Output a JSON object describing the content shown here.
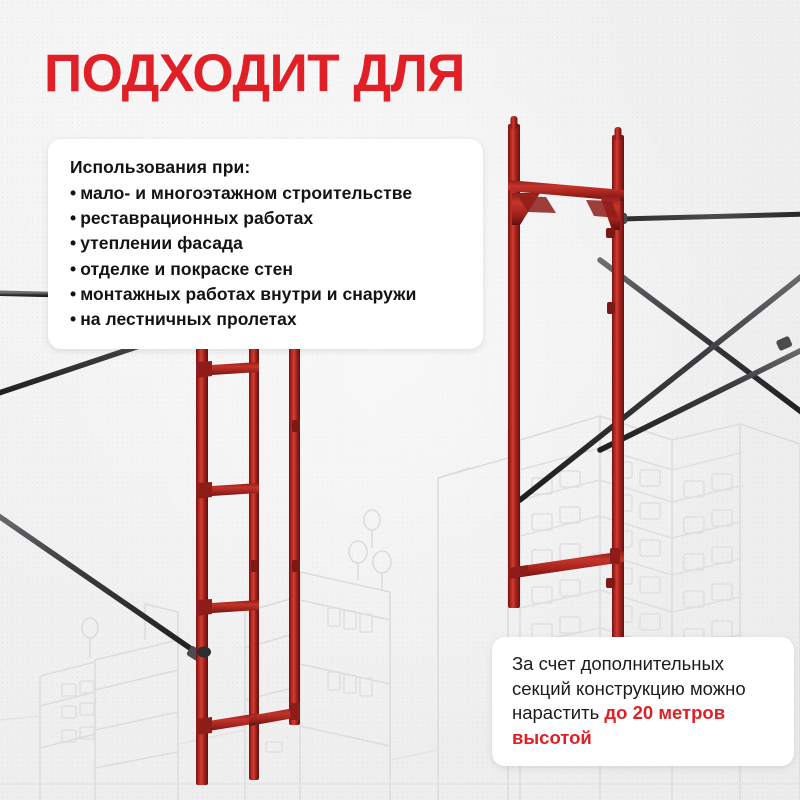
{
  "poster": {
    "title": "ПОДХОДИТ ДЛЯ",
    "background_color": "#f1f1f1",
    "accent_red": "#e01f26",
    "scaffold_red": "#a81f1c",
    "brace_color": "#3a3a3c",
    "skyline_color": "#dcdcdc"
  },
  "usage_card": {
    "heading": "Использования при:",
    "bullet": "•",
    "items": [
      "мало- и многоэтажном строительстве",
      "реставрационных работах",
      "утеплении фасада",
      "отделке и покраске стен",
      "монтажных работах внутри и снаружи",
      "на лестничных пролетах"
    ]
  },
  "growth_card": {
    "line1": "За счет дополнительных",
    "line2": "секций конструкцию",
    "line3_plain": "можно нарастить ",
    "line3_highlight": "до 20",
    "line4_highlight": "метров высотой"
  },
  "artwork": {
    "left_frame_name": "scaffold-frame-left",
    "right_frame_name": "scaffold-frame-right",
    "skyline_name": "city-skyline-outline",
    "braces_name": "diagonal-brace-set"
  }
}
